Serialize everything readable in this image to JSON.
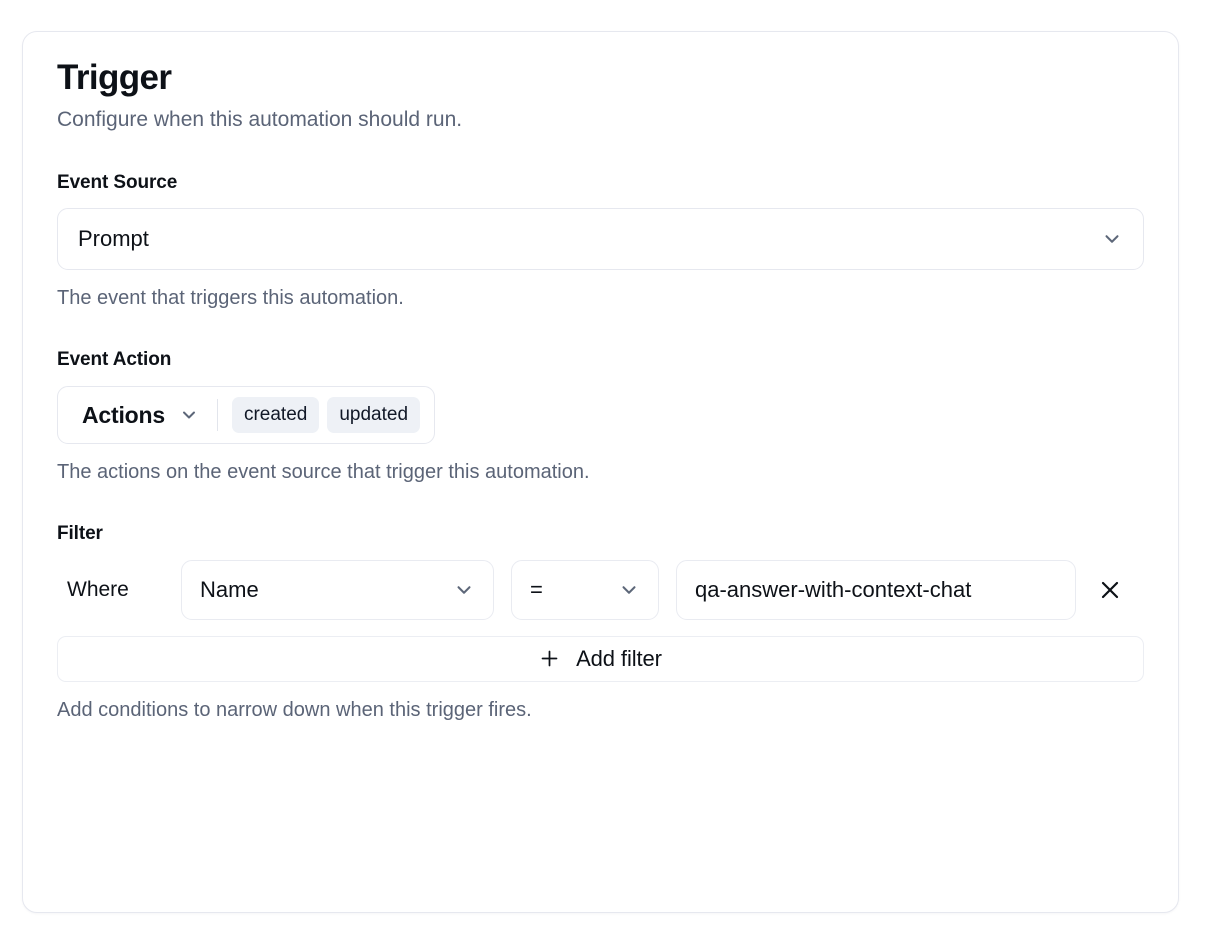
{
  "card": {
    "title": "Trigger",
    "subtitle": "Configure when this automation should run."
  },
  "event_source": {
    "label": "Event Source",
    "value": "Prompt",
    "help": "The event that triggers this automation.",
    "chevron_icon": "chevron-down-icon"
  },
  "event_action": {
    "label": "Event Action",
    "dropdown_label": "Actions",
    "chips": [
      "created",
      "updated"
    ],
    "help": "The actions on the event source that trigger this automation.",
    "chevron_icon": "chevron-down-icon"
  },
  "filter": {
    "label": "Filter",
    "where_label": "Where",
    "field_value": "Name",
    "operator_value": "=",
    "value": "qa-answer-with-context-chat",
    "remove_icon": "close-icon",
    "add_filter_label": "Add filter",
    "add_filter_icon": "plus-icon",
    "help": "Add conditions to narrow down when this trigger fires."
  },
  "colors": {
    "text_primary": "#0d1117",
    "text_muted": "#5b6477",
    "border": "#e6e8ef",
    "chip_bg": "#eef1f6",
    "card_bg": "#ffffff"
  }
}
